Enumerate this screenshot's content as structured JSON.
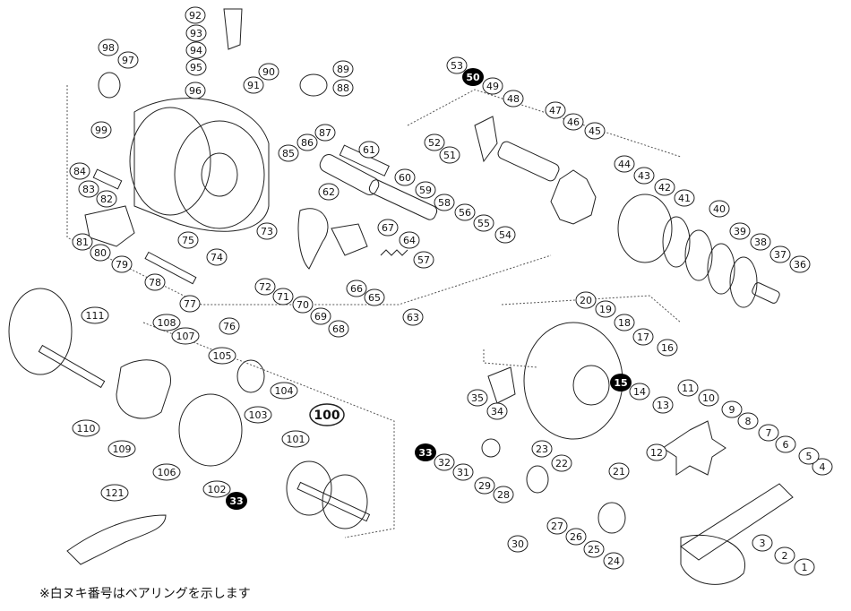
{
  "footnote": "※白ヌキ番号はベアリングを示します",
  "bearing_labels": [
    "50",
    "15",
    "33",
    "33"
  ],
  "group_label": "100",
  "part_labels": [
    "1",
    "2",
    "3",
    "4",
    "5",
    "6",
    "7",
    "8",
    "9",
    "10",
    "11",
    "12",
    "13",
    "14",
    "16",
    "17",
    "18",
    "19",
    "20",
    "21",
    "22",
    "23",
    "24",
    "25",
    "26",
    "27",
    "28",
    "29",
    "30",
    "31",
    "32",
    "34",
    "35",
    "36",
    "37",
    "38",
    "39",
    "40",
    "41",
    "42",
    "43",
    "44",
    "45",
    "46",
    "47",
    "48",
    "49",
    "51",
    "52",
    "53",
    "54",
    "55",
    "56",
    "57",
    "58",
    "59",
    "60",
    "61",
    "62",
    "63",
    "64",
    "65",
    "66",
    "67",
    "68",
    "69",
    "70",
    "71",
    "72",
    "73",
    "74",
    "75",
    "76",
    "77",
    "78",
    "79",
    "80",
    "81",
    "82",
    "83",
    "84",
    "85",
    "86",
    "87",
    "88",
    "89",
    "90",
    "91",
    "92",
    "93",
    "94",
    "95",
    "96",
    "97",
    "98",
    "99",
    "101",
    "102",
    "103",
    "104",
    "105",
    "106",
    "107",
    "108",
    "109",
    "110",
    "111",
    "121"
  ]
}
